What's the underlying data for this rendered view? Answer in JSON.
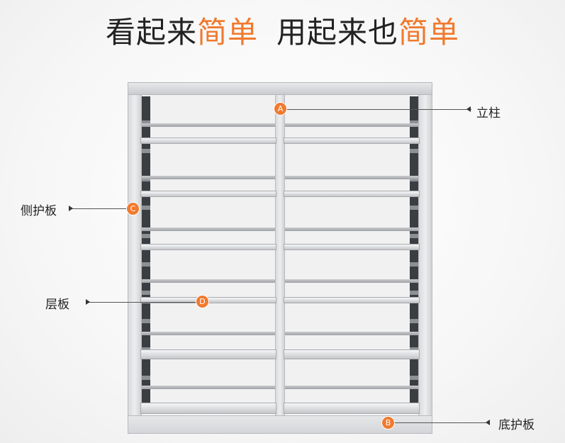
{
  "title": {
    "part1_dark": "看起来",
    "part1_accent": "简单",
    "part2_dark": "用起来也",
    "part2_accent": "简单"
  },
  "callouts": [
    {
      "marker": "A",
      "label": "立柱"
    },
    {
      "marker": "C",
      "label": "侧护板"
    },
    {
      "marker": "D",
      "label": "层板"
    },
    {
      "marker": "B",
      "label": "底护板"
    }
  ],
  "colors": {
    "accent": "#f07a2e",
    "text": "#222222"
  }
}
